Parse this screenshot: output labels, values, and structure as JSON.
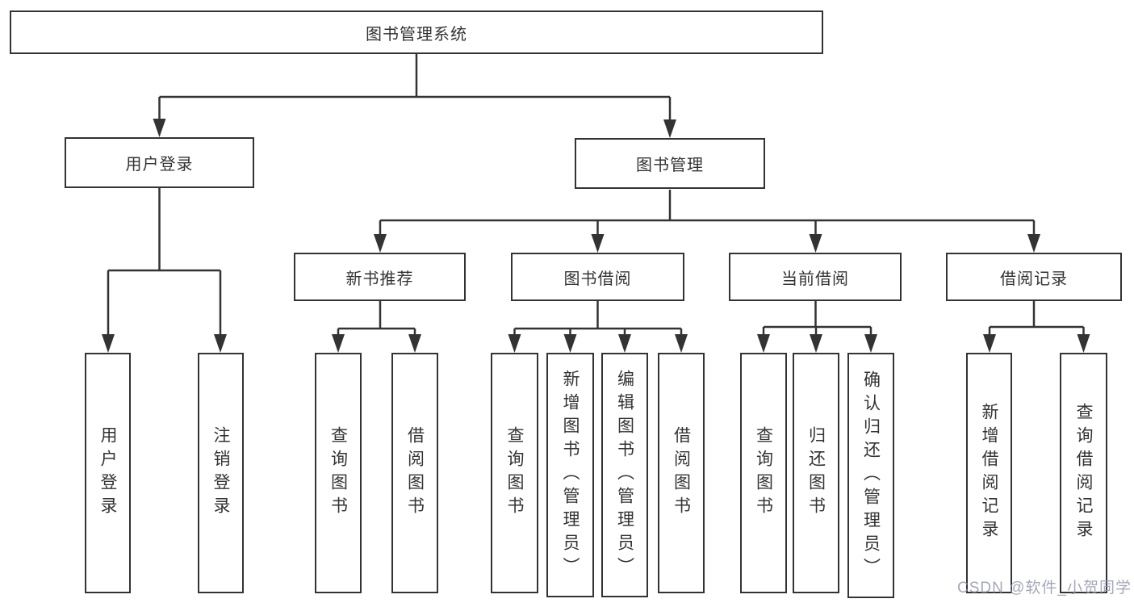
{
  "diagram_title": "图书管理系统",
  "tree": {
    "label": "图书管理系统",
    "children": [
      {
        "label": "用户登录",
        "children": [
          {
            "label": "用户登录"
          },
          {
            "label": "注销登录"
          }
        ]
      },
      {
        "label": "图书管理",
        "children": [
          {
            "label": "新书推荐",
            "children": [
              {
                "label": "查询图书"
              },
              {
                "label": "借阅图书"
              }
            ]
          },
          {
            "label": "图书借阅",
            "children": [
              {
                "label": "查询图书"
              },
              {
                "label": "新增图书（管理员）"
              },
              {
                "label": "编辑图书（管理员）"
              },
              {
                "label": "借阅图书"
              }
            ]
          },
          {
            "label": "当前借阅",
            "children": [
              {
                "label": "查询图书"
              },
              {
                "label": "归还图书"
              },
              {
                "label": "确认归还（管理员）"
              }
            ]
          },
          {
            "label": "借阅记录",
            "children": [
              {
                "label": "新增借阅记录"
              },
              {
                "label": "查询借阅记录"
              }
            ]
          }
        ]
      }
    ]
  },
  "watermark": {
    "text": "CSDN @软件_小贺同学"
  },
  "colors": {
    "background": "#ffffff",
    "line": "#333333",
    "box_border": "#333333",
    "box_fill": "#ffffff",
    "text": "#333333",
    "watermark": "#989baf"
  }
}
